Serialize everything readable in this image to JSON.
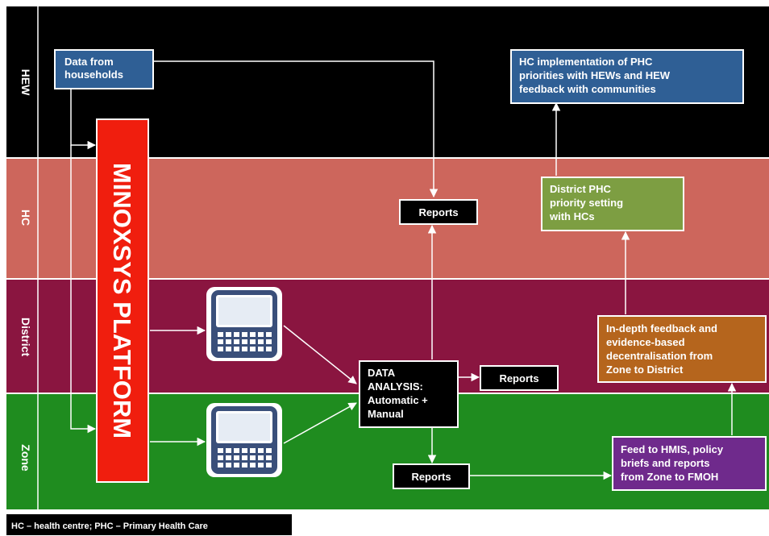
{
  "lanes": [
    {
      "label": "HEW",
      "color": "#000000"
    },
    {
      "label": "HC",
      "color": "#cd665c"
    },
    {
      "label": "District",
      "color": "#8a1540"
    },
    {
      "label": "Zone",
      "color": "#1f8c1f"
    }
  ],
  "platform": {
    "label": "MINOXSYS PLATFORM",
    "color": "#f01e0e"
  },
  "boxes": {
    "data_households": {
      "lines": [
        "Data from",
        "households"
      ],
      "color": "#2f5f95"
    },
    "hc_implementation": {
      "lines": [
        "HC implementation of PHC",
        "priorities with HEWs and HEW",
        "feedback with communities"
      ],
      "color": "#2f5f95"
    },
    "reports_hc": {
      "lines": [
        "Reports"
      ],
      "color": "#000000"
    },
    "district_priority": {
      "lines": [
        "District PHC",
        "priority setting",
        "with HCs"
      ],
      "color": "#7d9e42"
    },
    "indepth_feedback": {
      "lines": [
        "In-depth feedback and",
        "evidence-based",
        "decentralisation from",
        "Zone to District"
      ],
      "color": "#b5651d"
    },
    "data_analysis": {
      "lines": [
        "DATA",
        "ANALYSIS:",
        "Automatic +",
        "Manual"
      ],
      "color": "#000000"
    },
    "reports_district": {
      "lines": [
        "Reports"
      ],
      "color": "#000000"
    },
    "reports_zone": {
      "lines": [
        "Reports"
      ],
      "color": "#000000"
    },
    "feed_hmis": {
      "lines": [
        "Feed to HMIS, policy",
        "briefs and reports",
        "from Zone to FMOH"
      ],
      "color": "#6f2a8c"
    }
  },
  "footnote": "HC – health centre; PHC – Primary Health Care"
}
